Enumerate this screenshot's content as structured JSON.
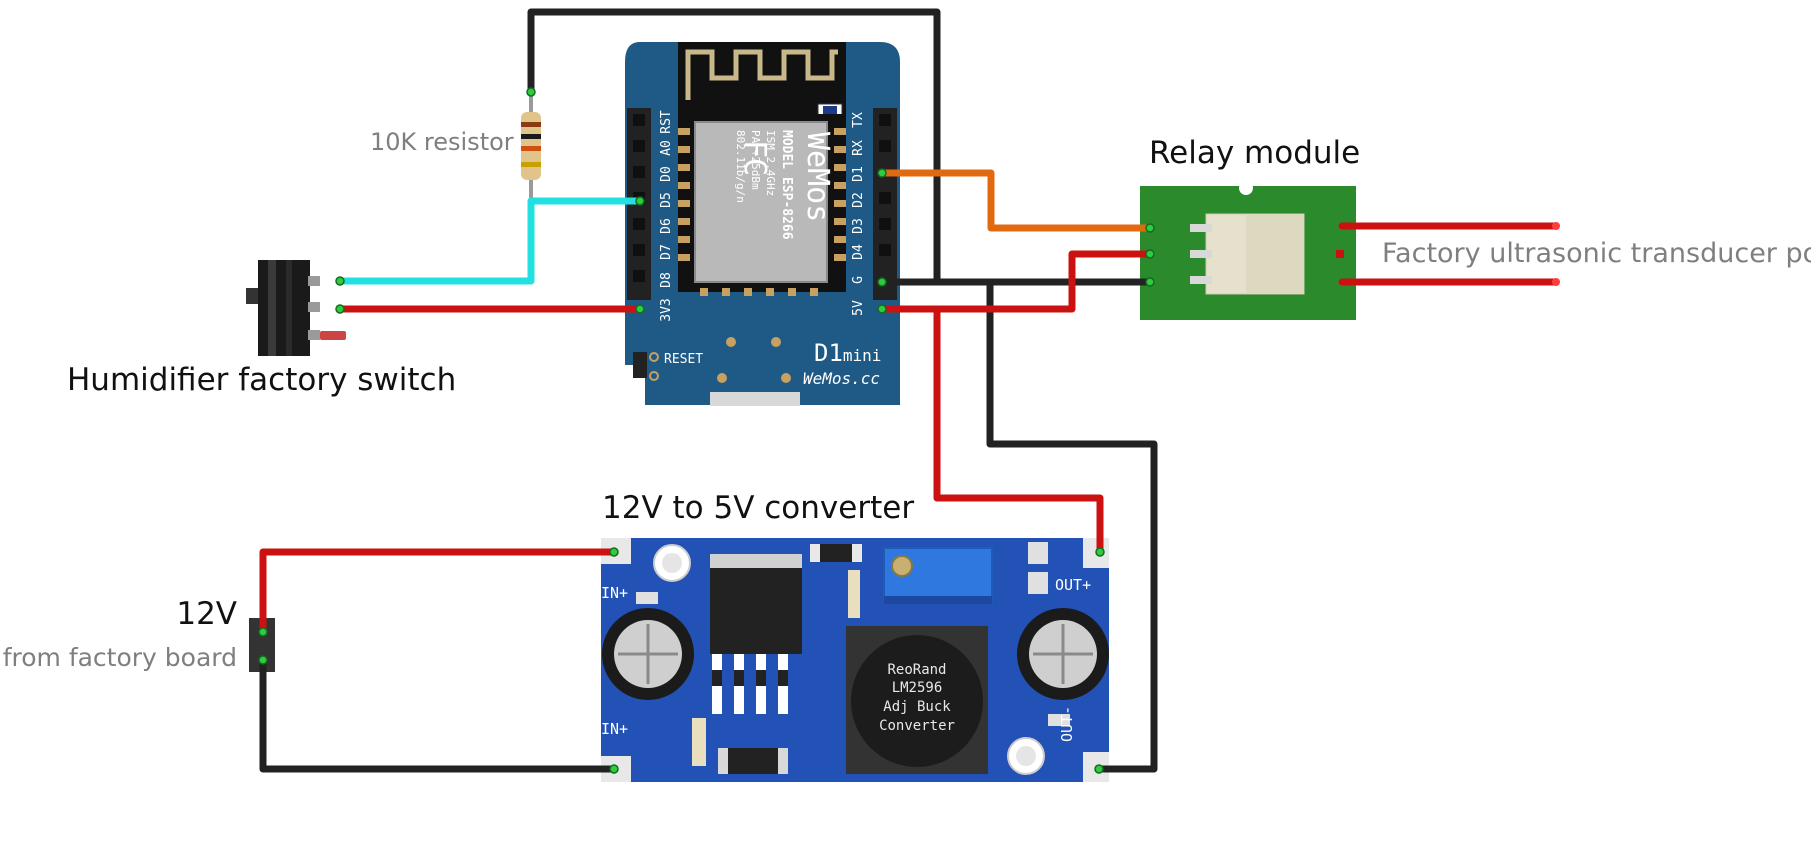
{
  "labels": {
    "resistor": "10K resistor",
    "relay": "Relay module",
    "transducer": "Factory ultrasonic transducer power",
    "switch": "Humidifier factory switch",
    "converter": "12V to 5V converter",
    "supply_voltage": "12V",
    "supply_source": "from factory board"
  },
  "d1mini": {
    "left_pins": [
      "RST",
      "A0",
      "D0",
      "D5",
      "D6",
      "D7",
      "D8",
      "3V3"
    ],
    "right_pins": [
      "TX",
      "RX",
      "D1",
      "D2",
      "D3",
      "D4",
      "G",
      "5V"
    ],
    "chip_lines": [
      "MODEL ESP-8266",
      "ISM 2.4GHz",
      "PA +25dBm",
      "802.11b/g/n"
    ],
    "chip_brand": "WeMos",
    "fcc": "FC",
    "reset": "RESET",
    "name_main": "D1",
    "name_sub": "mini",
    "site": "WeMos.cc"
  },
  "converter_board": {
    "pin_in_top": "IN+",
    "pin_in_bottom": "IN+",
    "pin_out_top": "OUT+",
    "pin_out_bottom": "OUT-",
    "inductor_lines": [
      "ReoRand",
      "LM2596",
      "Adj Buck",
      "Converter"
    ]
  },
  "colors": {
    "wire_black": "#222222",
    "wire_red": "#cc1111",
    "wire_cyan": "#22e0e0",
    "wire_orange": "#e06a10",
    "d1_board": "#1e5a85",
    "relay_board": "#2b8a2b",
    "converter_board": "#2252b5"
  }
}
